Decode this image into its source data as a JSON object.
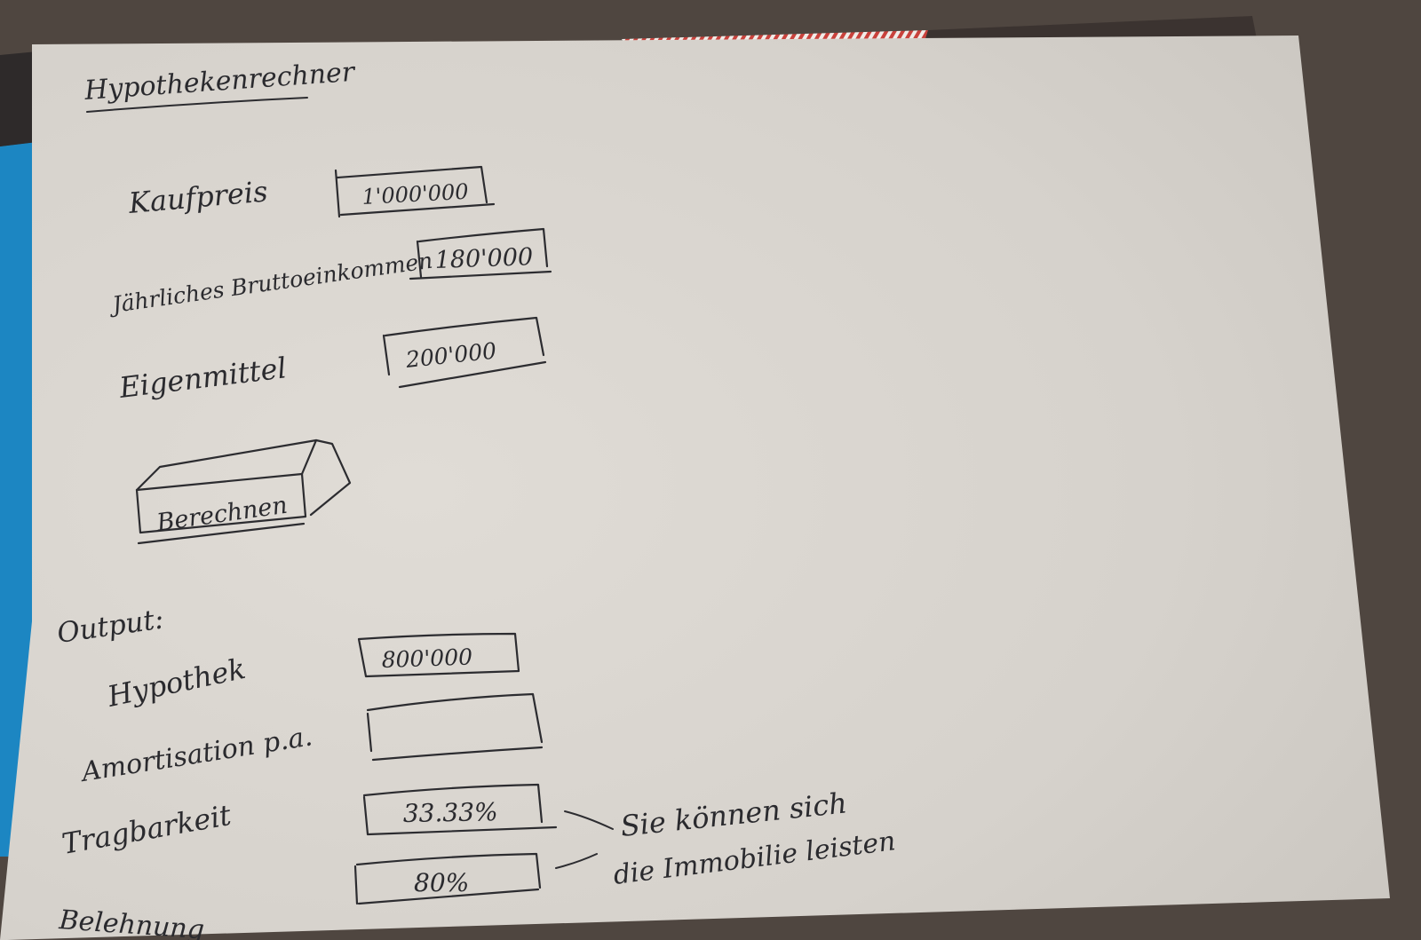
{
  "title": "Hypothekenrechner",
  "inputs": [
    {
      "label": "Kaufpreis",
      "value": "1'000'000"
    },
    {
      "label": "Jährliches Bruttoeinkommen",
      "value": "180'000"
    },
    {
      "label": "Eigenmittel",
      "value": "200'000"
    }
  ],
  "button": {
    "label": "Berechnen"
  },
  "output": {
    "heading": "Output:",
    "rows": [
      {
        "label": "Hypothek",
        "value": "800'000"
      },
      {
        "label": "Amortisation p.a.",
        "value": ""
      },
      {
        "label": "Tragbarkeit",
        "value": "33.33%"
      },
      {
        "label": "Belehnung",
        "value": "80%"
      }
    ],
    "note_line1": "Sie können sich",
    "note_line2": "die Immobilie leisten"
  },
  "colors": {
    "paper": "#ddd9d3",
    "ink": "#2a2a2e",
    "table_background": "#4f4640",
    "blue_folder": "#1c86c2"
  }
}
